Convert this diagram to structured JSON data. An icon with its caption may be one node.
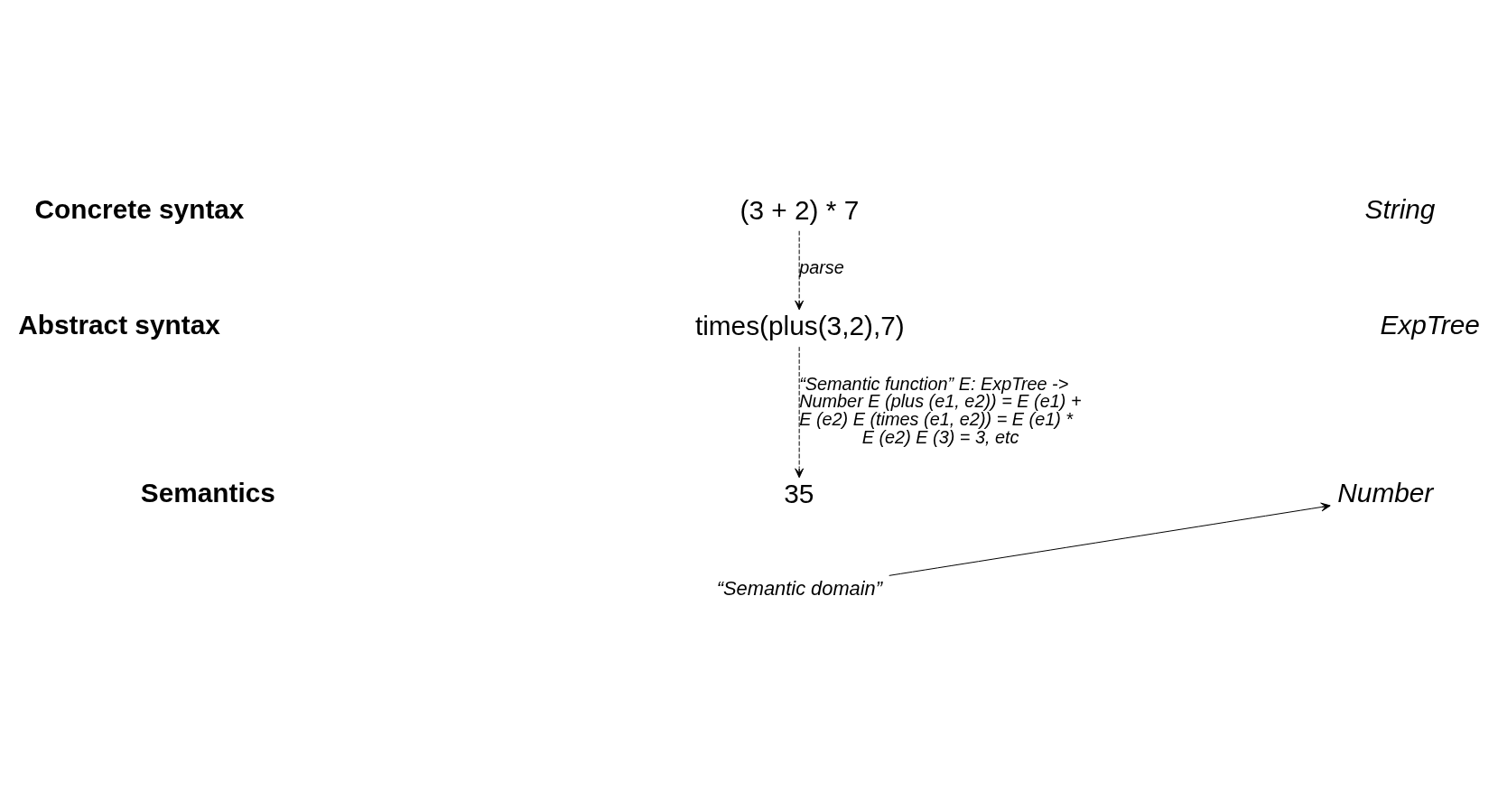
{
  "diagram": {
    "nodes": [
      {
        "text": [
          "(3 + 2) * 7"
        ]
      },
      {
        "text": [
          "times(plus(3,2),7)"
        ]
      },
      {
        "text": [
          "35"
        ]
      },
      {
        "text": [
          "“Semantic domain”"
        ]
      },
      {
        "text": [
          "Number"
        ]
      }
    ],
    "edges": [
      {
        "from": 0,
        "to": 1,
        "arrow": "to",
        "style": "dashed",
        "label": "parse"
      },
      {
        "from": 1,
        "to": 2,
        "arrow": "to",
        "style": "dashed",
        "label": "“Semantic function” E: ExpTree -> Number E (plus (e1, e2)) = E (e1) + E (e2) E (times (e1, e2)) = E (e1) * E (e2) E (3) = 3, etc"
      },
      {
        "from": 3,
        "to": 4,
        "arrow": "to"
      }
    ],
    "labels": [
      "Concrete syntax",
      "String",
      "Abstract syntax",
      "ExpTree",
      "Semantics"
    ]
  }
}
